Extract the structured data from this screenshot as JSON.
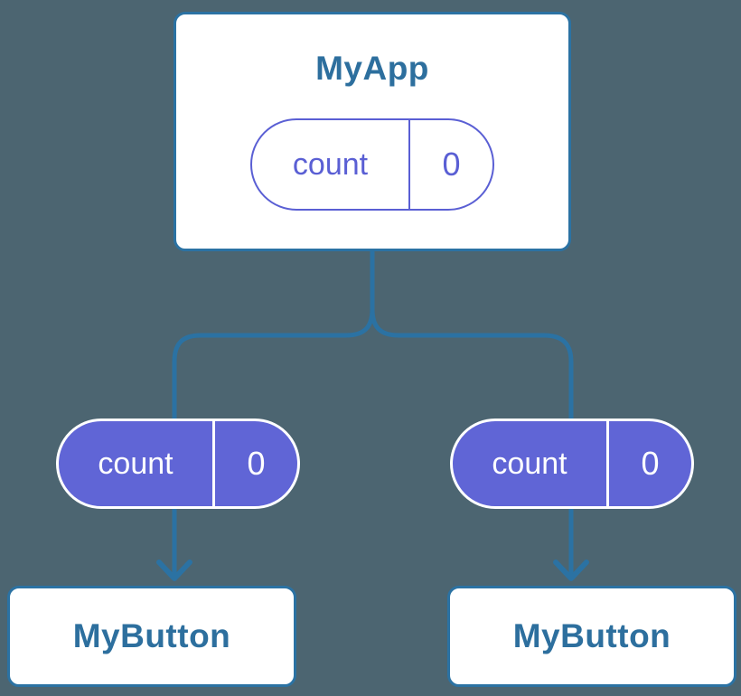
{
  "colors": {
    "background": "#4c6571",
    "line": "#2b72a3",
    "node_text": "#2d6f9e",
    "purple_fill": "#6065d6",
    "purple_outline": "#5a5fd4"
  },
  "root_node": {
    "title": "MyApp",
    "pill": {
      "label": "count",
      "value": "0"
    }
  },
  "child_nodes": [
    {
      "title": "MyButton",
      "pill": {
        "label": "count",
        "value": "0"
      }
    },
    {
      "title": "MyButton",
      "pill": {
        "label": "count",
        "value": "0"
      }
    }
  ]
}
